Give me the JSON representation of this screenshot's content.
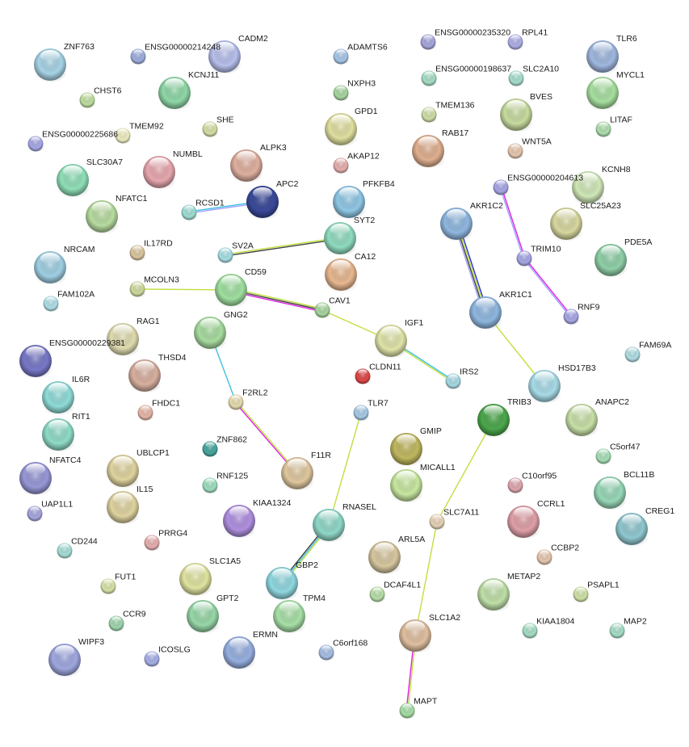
{
  "title": "STRING protein interaction network",
  "nodes": [
    {
      "id": "ZNF763",
      "label": "ZNF763",
      "color": "#a8d4e6"
    },
    {
      "id": "ENSG00000214248",
      "label": "ENSG00000214248",
      "color": "#a0b0e0"
    },
    {
      "id": "CADM2",
      "label": "CADM2",
      "color": "#b8c0ec"
    },
    {
      "id": "KCNJ11",
      "label": "KCNJ11",
      "color": "#90d8a8"
    },
    {
      "id": "CHST6",
      "label": "CHST6",
      "color": "#c0e0a0"
    },
    {
      "id": "SHE",
      "label": "SHE",
      "color": "#d8e0a8"
    },
    {
      "id": "TMEM92",
      "label": "TMEM92",
      "color": "#f0eec0"
    },
    {
      "id": "ENSG00000225686",
      "label": "ENSG00000225686",
      "color": "#a8a8e8"
    },
    {
      "id": "NUMBL",
      "label": "NUMBL",
      "color": "#e8a8b0"
    },
    {
      "id": "ALPK3",
      "label": "ALPK3",
      "color": "#e0b0a0"
    },
    {
      "id": "SLC30A7",
      "label": "SLC30A7",
      "color": "#90e0b8"
    },
    {
      "id": "APC2",
      "label": "APC2",
      "color": "#3a4a9a"
    },
    {
      "id": "NFATC1",
      "label": "NFATC1",
      "color": "#b8dca0"
    },
    {
      "id": "RCSD1",
      "label": "RCSD1",
      "color": "#a0e0d8"
    },
    {
      "id": "NRCAM",
      "label": "NRCAM",
      "color": "#a0d0e4"
    },
    {
      "id": "IL17RD",
      "label": "IL17RD",
      "color": "#dcc8a0"
    },
    {
      "id": "SV2A",
      "label": "SV2A",
      "color": "#a8e0e6"
    },
    {
      "id": "FAM102A",
      "label": "FAM102A",
      "color": "#b0e0e8"
    },
    {
      "id": "MCOLN3",
      "label": "MCOLN3",
      "color": "#d0dca0"
    },
    {
      "id": "CD59",
      "label": "CD59",
      "color": "#a0e0a0"
    },
    {
      "id": "CAV1",
      "label": "CAV1",
      "color": "#a8d8a0"
    },
    {
      "id": "RAG1",
      "label": "RAG1",
      "color": "#e0dcb0"
    },
    {
      "id": "ENSG00000229381",
      "label": "ENSG00000229381",
      "color": "#7878c8"
    },
    {
      "id": "GNG2",
      "label": "GNG2",
      "color": "#a8dca0"
    },
    {
      "id": "THSD4",
      "label": "THSD4",
      "color": "#d8b0a0"
    },
    {
      "id": "IL6R",
      "label": "IL6R",
      "color": "#90dcd8"
    },
    {
      "id": "ADAMTS6",
      "label": "ADAMTS6",
      "color": "#a8c8e8"
    },
    {
      "id": "NXPH3",
      "label": "NXPH3",
      "color": "#a8d8a0"
    },
    {
      "id": "GPD1",
      "label": "GPD1",
      "color": "#e0e0a0"
    },
    {
      "id": "AKAP12",
      "label": "AKAP12",
      "color": "#e8b0b0"
    },
    {
      "id": "PFKFB4",
      "label": "PFKFB4",
      "color": "#90c8e6"
    },
    {
      "id": "SYT2",
      "label": "SYT2",
      "color": "#90dcc0"
    },
    {
      "id": "CA12",
      "label": "CA12",
      "color": "#e8b890"
    },
    {
      "id": "CLDN11",
      "label": "CLDN11",
      "color": "#e04848"
    },
    {
      "id": "IGF1",
      "label": "IGF1",
      "color": "#e0e4a8"
    },
    {
      "id": "IRS2",
      "label": "IRS2",
      "color": "#a8dce6"
    },
    {
      "id": "ENSG00000235320",
      "label": "ENSG00000235320",
      "color": "#a8a8e0"
    },
    {
      "id": "RPL41",
      "label": "RPL41",
      "color": "#b0b0e8"
    },
    {
      "id": "ENSG00000198637",
      "label": "ENSG00000198637",
      "color": "#a8e0c8"
    },
    {
      "id": "SLC2A10",
      "label": "SLC2A10",
      "color": "#a8e0d0"
    },
    {
      "id": "TMEM136",
      "label": "TMEM136",
      "color": "#d0e0a8"
    },
    {
      "id": "RAB17",
      "label": "RAB17",
      "color": "#e0b090"
    },
    {
      "id": "BVES",
      "label": "BVES",
      "color": "#c8dca0"
    },
    {
      "id": "WNT5A",
      "label": "WNT5A",
      "color": "#e8c8b0"
    },
    {
      "id": "TLR6",
      "label": "TLR6",
      "color": "#a0b8e0"
    },
    {
      "id": "MYCL1",
      "label": "MYCL1",
      "color": "#a8e0a0"
    },
    {
      "id": "LITAF",
      "label": "LITAF",
      "color": "#b0e0b0"
    },
    {
      "id": "ENSG00000204613",
      "label": "ENSG00000204613",
      "color": "#a8a8e8"
    },
    {
      "id": "KCNH8",
      "label": "KCNH8",
      "color": "#d0e8b8"
    },
    {
      "id": "SLC25A23",
      "label": "SLC25A23",
      "color": "#d8d8a0"
    },
    {
      "id": "AKR1C2",
      "label": "AKR1C2",
      "color": "#90b8e0"
    },
    {
      "id": "TRIM10",
      "label": "TRIM10",
      "color": "#a8a8e8"
    },
    {
      "id": "PDE5A",
      "label": "PDE5A",
      "color": "#90d0a8"
    },
    {
      "id": "AKR1C1",
      "label": "AKR1C1",
      "color": "#90b8e0"
    },
    {
      "id": "RNF9",
      "label": "RNF9",
      "color": "#a8a8e8"
    },
    {
      "id": "FAM69A",
      "label": "FAM69A",
      "color": "#b0e0e6"
    },
    {
      "id": "HSD17B3",
      "label": "HSD17B3",
      "color": "#a8dce8"
    },
    {
      "id": "RIT1",
      "label": "RIT1",
      "color": "#90dcc8"
    },
    {
      "id": "FHDC1",
      "label": "FHDC1",
      "color": "#e8b8a8"
    },
    {
      "id": "F2RL2",
      "label": "F2RL2",
      "color": "#e8dcb0"
    },
    {
      "id": "ZNF862",
      "label": "ZNF862",
      "color": "#48a8a0"
    },
    {
      "id": "UBLCP1",
      "label": "UBLCP1",
      "color": "#e0d4a0"
    },
    {
      "id": "NFATC4",
      "label": "NFATC4",
      "color": "#9898d8"
    },
    {
      "id": "RNF125",
      "label": "RNF125",
      "color": "#a0e0c0"
    },
    {
      "id": "F11R",
      "label": "F11R",
      "color": "#e0c8a0"
    },
    {
      "id": "IL15",
      "label": "IL15",
      "color": "#e0d4a0"
    },
    {
      "id": "UAP1L1",
      "label": "UAP1L1",
      "color": "#a8a8e0"
    },
    {
      "id": "KIAA1324",
      "label": "KIAA1324",
      "color": "#b090e0"
    },
    {
      "id": "RNASEL",
      "label": "RNASEL",
      "color": "#90d8c8"
    },
    {
      "id": "CD244",
      "label": "CD244",
      "color": "#a8e0d8"
    },
    {
      "id": "PRRG4",
      "label": "PRRG4",
      "color": "#e8b0b0"
    },
    {
      "id": "SLC1A5",
      "label": "SLC1A5",
      "color": "#e0e4a0"
    },
    {
      "id": "FUT1",
      "label": "FUT1",
      "color": "#d8e4a8"
    },
    {
      "id": "GBP2",
      "label": "GBP2",
      "color": "#90d8e0"
    },
    {
      "id": "GPT2",
      "label": "GPT2",
      "color": "#98d8a8"
    },
    {
      "id": "TPM4",
      "label": "TPM4",
      "color": "#a8e0a8"
    },
    {
      "id": "CCR9",
      "label": "CCR9",
      "color": "#a0d8b0"
    },
    {
      "id": "WIPF3",
      "label": "WIPF3",
      "color": "#a0a8e0"
    },
    {
      "id": "ICOSLG",
      "label": "ICOSLG",
      "color": "#a8b0e8"
    },
    {
      "id": "ERMN",
      "label": "ERMN",
      "color": "#98b0e0"
    },
    {
      "id": "C6orf168",
      "label": "C6orf168",
      "color": "#a8c0e8"
    },
    {
      "id": "TLR7",
      "label": "TLR7",
      "color": "#a8cce8"
    },
    {
      "id": "TRIB3",
      "label": "TRIB3",
      "color": "#4ca84c"
    },
    {
      "id": "ANAPC2",
      "label": "ANAPC2",
      "color": "#c8e0a8"
    },
    {
      "id": "GMIP",
      "label": "GMIP",
      "color": "#c0b860"
    },
    {
      "id": "C5orf47",
      "label": "C5orf47",
      "color": "#a8e0b8"
    },
    {
      "id": "MICALL1",
      "label": "MICALL1",
      "color": "#c8e8a0"
    },
    {
      "id": "C10orf95",
      "label": "C10orf95",
      "color": "#e0a8b0"
    },
    {
      "id": "BCL11B",
      "label": "BCL11B",
      "color": "#98d8b8"
    },
    {
      "id": "SLC7A11",
      "label": "SLC7A11",
      "color": "#e8d4b8"
    },
    {
      "id": "CCRL1",
      "label": "CCRL1",
      "color": "#e0a0a8"
    },
    {
      "id": "CREG1",
      "label": "CREG1",
      "color": "#90c8d0"
    },
    {
      "id": "ARL5A",
      "label": "ARL5A",
      "color": "#d8c8a0"
    },
    {
      "id": "CCBP2",
      "label": "CCBP2",
      "color": "#e8c8b0"
    },
    {
      "id": "DCAF4L1",
      "label": "DCAF4L1",
      "color": "#b8e0a8"
    },
    {
      "id": "METAP2",
      "label": "METAP2",
      "color": "#c0e0a8"
    },
    {
      "id": "PSAPL1",
      "label": "PSAPL1",
      "color": "#d0e4a8"
    },
    {
      "id": "SLC1A2",
      "label": "SLC1A2",
      "color": "#e0c0a0"
    },
    {
      "id": "KIAA1804",
      "label": "KIAA1804",
      "color": "#a8e0c8"
    },
    {
      "id": "MAP2",
      "label": "MAP2",
      "color": "#a8e0c8"
    },
    {
      "id": "MAPT",
      "label": "MAPT",
      "color": "#a8e0a8"
    }
  ],
  "edges": [
    {
      "from": "RCSD1",
      "to": "APC2",
      "colors": [
        "#40c0e0",
        "#a0a0ff"
      ]
    },
    {
      "from": "SV2A",
      "to": "SYT2",
      "colors": [
        "#c0e040",
        "#404040"
      ]
    },
    {
      "from": "MCOLN3",
      "to": "CD59",
      "colors": [
        "#c0e040"
      ]
    },
    {
      "from": "CD59",
      "to": "CAV1",
      "colors": [
        "#c0e040",
        "#404040",
        "#e020e0"
      ]
    },
    {
      "from": "CAV1",
      "to": "IGF1",
      "colors": [
        "#c0e040"
      ]
    },
    {
      "from": "IGF1",
      "to": "IRS2",
      "colors": [
        "#40c0e0",
        "#c0e040"
      ]
    },
    {
      "from": "GNG2",
      "to": "F2RL2",
      "colors": [
        "#40c0e0"
      ]
    },
    {
      "from": "F2RL2",
      "to": "F11R",
      "colors": [
        "#c0e040",
        "#e020e0"
      ]
    },
    {
      "from": "TLR7",
      "to": "RNASEL",
      "colors": [
        "#c0e040"
      ]
    },
    {
      "from": "RNASEL",
      "to": "GBP2",
      "colors": [
        "#c0e040",
        "#40c0e0",
        "#404040"
      ]
    },
    {
      "from": "AKR1C2",
      "to": "AKR1C1",
      "colors": [
        "#2030e0",
        "#c0e040",
        "#404040",
        "#a0a0ff"
      ]
    },
    {
      "from": "ENSG00000204613",
      "to": "TRIM10",
      "colors": [
        "#e020e0",
        "#a0a0ff"
      ]
    },
    {
      "from": "TRIM10",
      "to": "RNF9",
      "colors": [
        "#e020e0",
        "#a0a0ff"
      ]
    },
    {
      "from": "AKR1C1",
      "to": "HSD17B3",
      "colors": [
        "#c0e040"
      ]
    },
    {
      "from": "TRIB3",
      "to": "SLC7A11",
      "colors": [
        "#c0e040"
      ]
    },
    {
      "from": "SLC7A11",
      "to": "SLC1A2",
      "colors": [
        "#c0e040"
      ]
    },
    {
      "from": "SLC1A2",
      "to": "MAPT",
      "colors": [
        "#c0e040",
        "#e020e0"
      ]
    }
  ]
}
